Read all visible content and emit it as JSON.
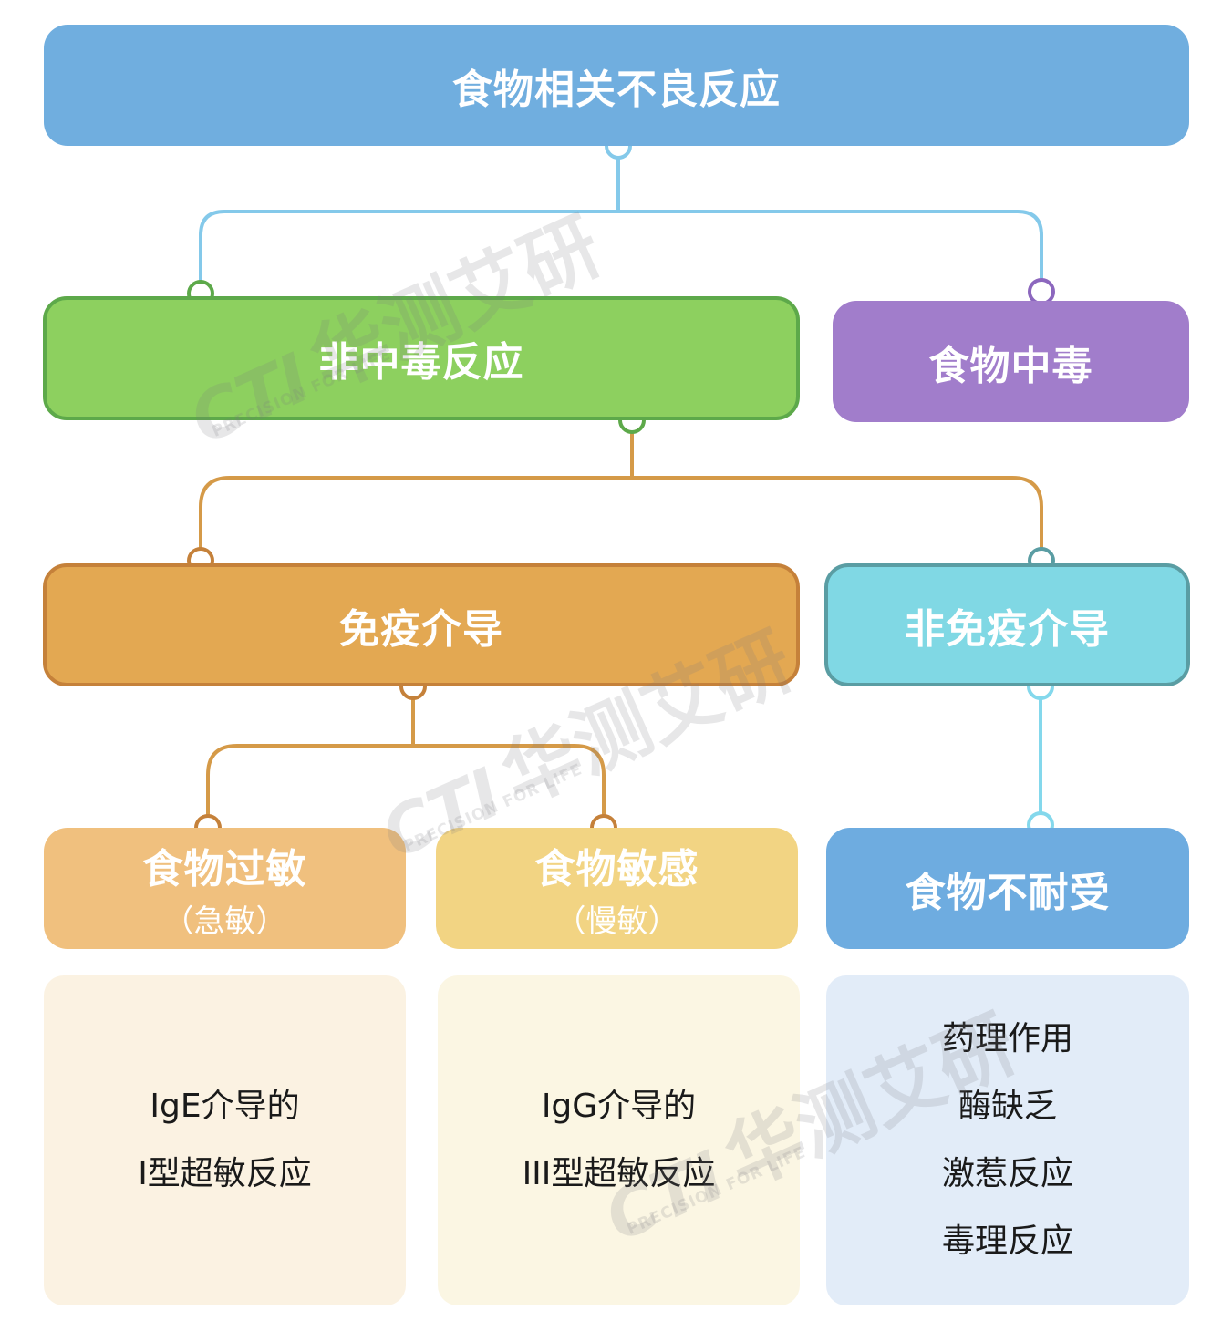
{
  "nodes": {
    "root": "食物相关不良反应",
    "non_toxic": "非中毒反应",
    "poisoning": "食物中毒",
    "immune": "免疫介导",
    "non_immune": "非免疫介导",
    "allergy": {
      "title": "食物过敏",
      "sub": "（急敏）"
    },
    "sensitivity": {
      "title": "食物敏感",
      "sub": "（慢敏）"
    },
    "intolerance": "食物不耐受"
  },
  "panels": {
    "allergy": [
      "IgE介导的",
      "I型超敏反应"
    ],
    "sensitivity": [
      "IgG介导的",
      "III型超敏反应"
    ],
    "intolerance": [
      "药理作用",
      "酶缺乏",
      "激惹反应",
      "毒理反应"
    ]
  },
  "watermark": {
    "logo": "CTI",
    "name": "华测艾研",
    "tagline": "PRECISION FOR LIFE"
  },
  "colors": {
    "root": "#70AEDF",
    "non_toxic": "#8DD05F",
    "poisoning": "#A17DCB",
    "immune": "#E3A852",
    "non_immune": "#80D8E4",
    "allergy": "#F0C07E",
    "sensitivity": "#F2D483",
    "intolerance": "#6EACE0"
  }
}
